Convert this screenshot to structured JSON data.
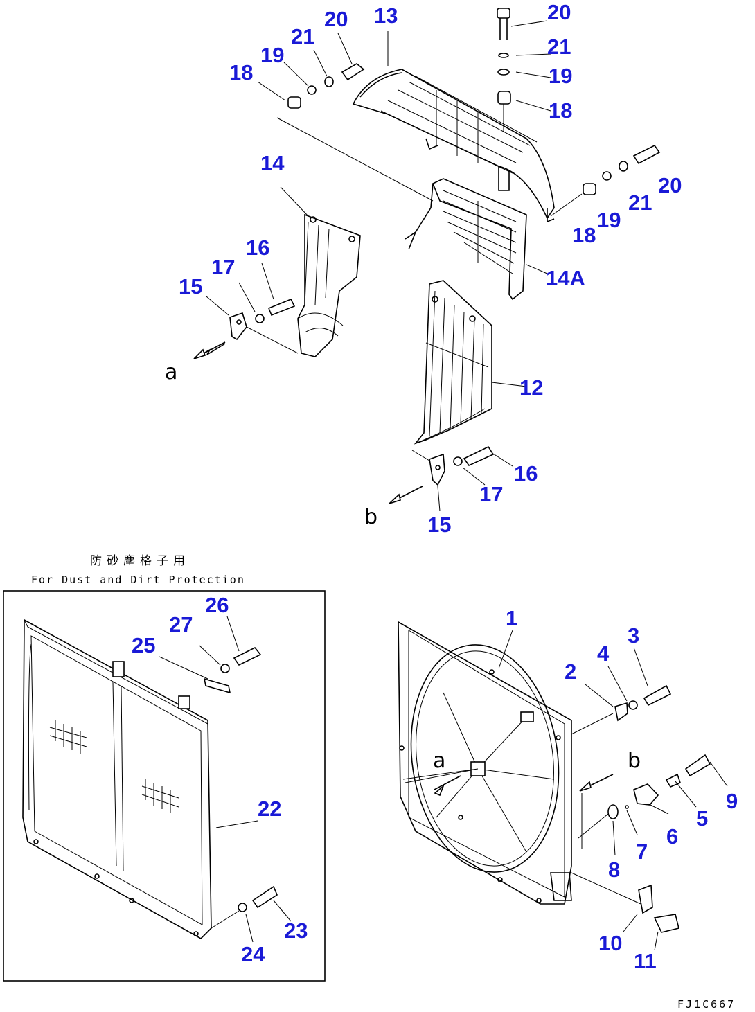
{
  "diagram": {
    "caption_cn": "防砂塵格子用",
    "caption_en": "For Dust and Dirt Protection",
    "drawing_code": "FJ1C667",
    "view_markers": {
      "a_upper": "a",
      "b_upper": "b",
      "a_lower": "a",
      "b_lower": "b"
    },
    "part_labels": {
      "p13": "13",
      "p20a": "20",
      "p21a": "21",
      "p19a": "19",
      "p18a": "18",
      "p20b": "20",
      "p21b": "21",
      "p19b": "19",
      "p18b": "18",
      "p14": "14",
      "p16a": "16",
      "p17a": "17",
      "p15a": "15",
      "p20c": "20",
      "p21c": "21",
      "p19c": "19",
      "p18c": "18",
      "p14A": "14A",
      "p12": "12",
      "p16b": "16",
      "p17b": "17",
      "p15b": "15",
      "p26": "26",
      "p27": "27",
      "p25": "25",
      "p22": "22",
      "p23": "23",
      "p24": "24",
      "p1": "1",
      "p3": "3",
      "p4": "4",
      "p2": "2",
      "p9": "9",
      "p5": "5",
      "p6": "6",
      "p7": "7",
      "p8": "8",
      "p10": "10",
      "p11": "11"
    }
  }
}
